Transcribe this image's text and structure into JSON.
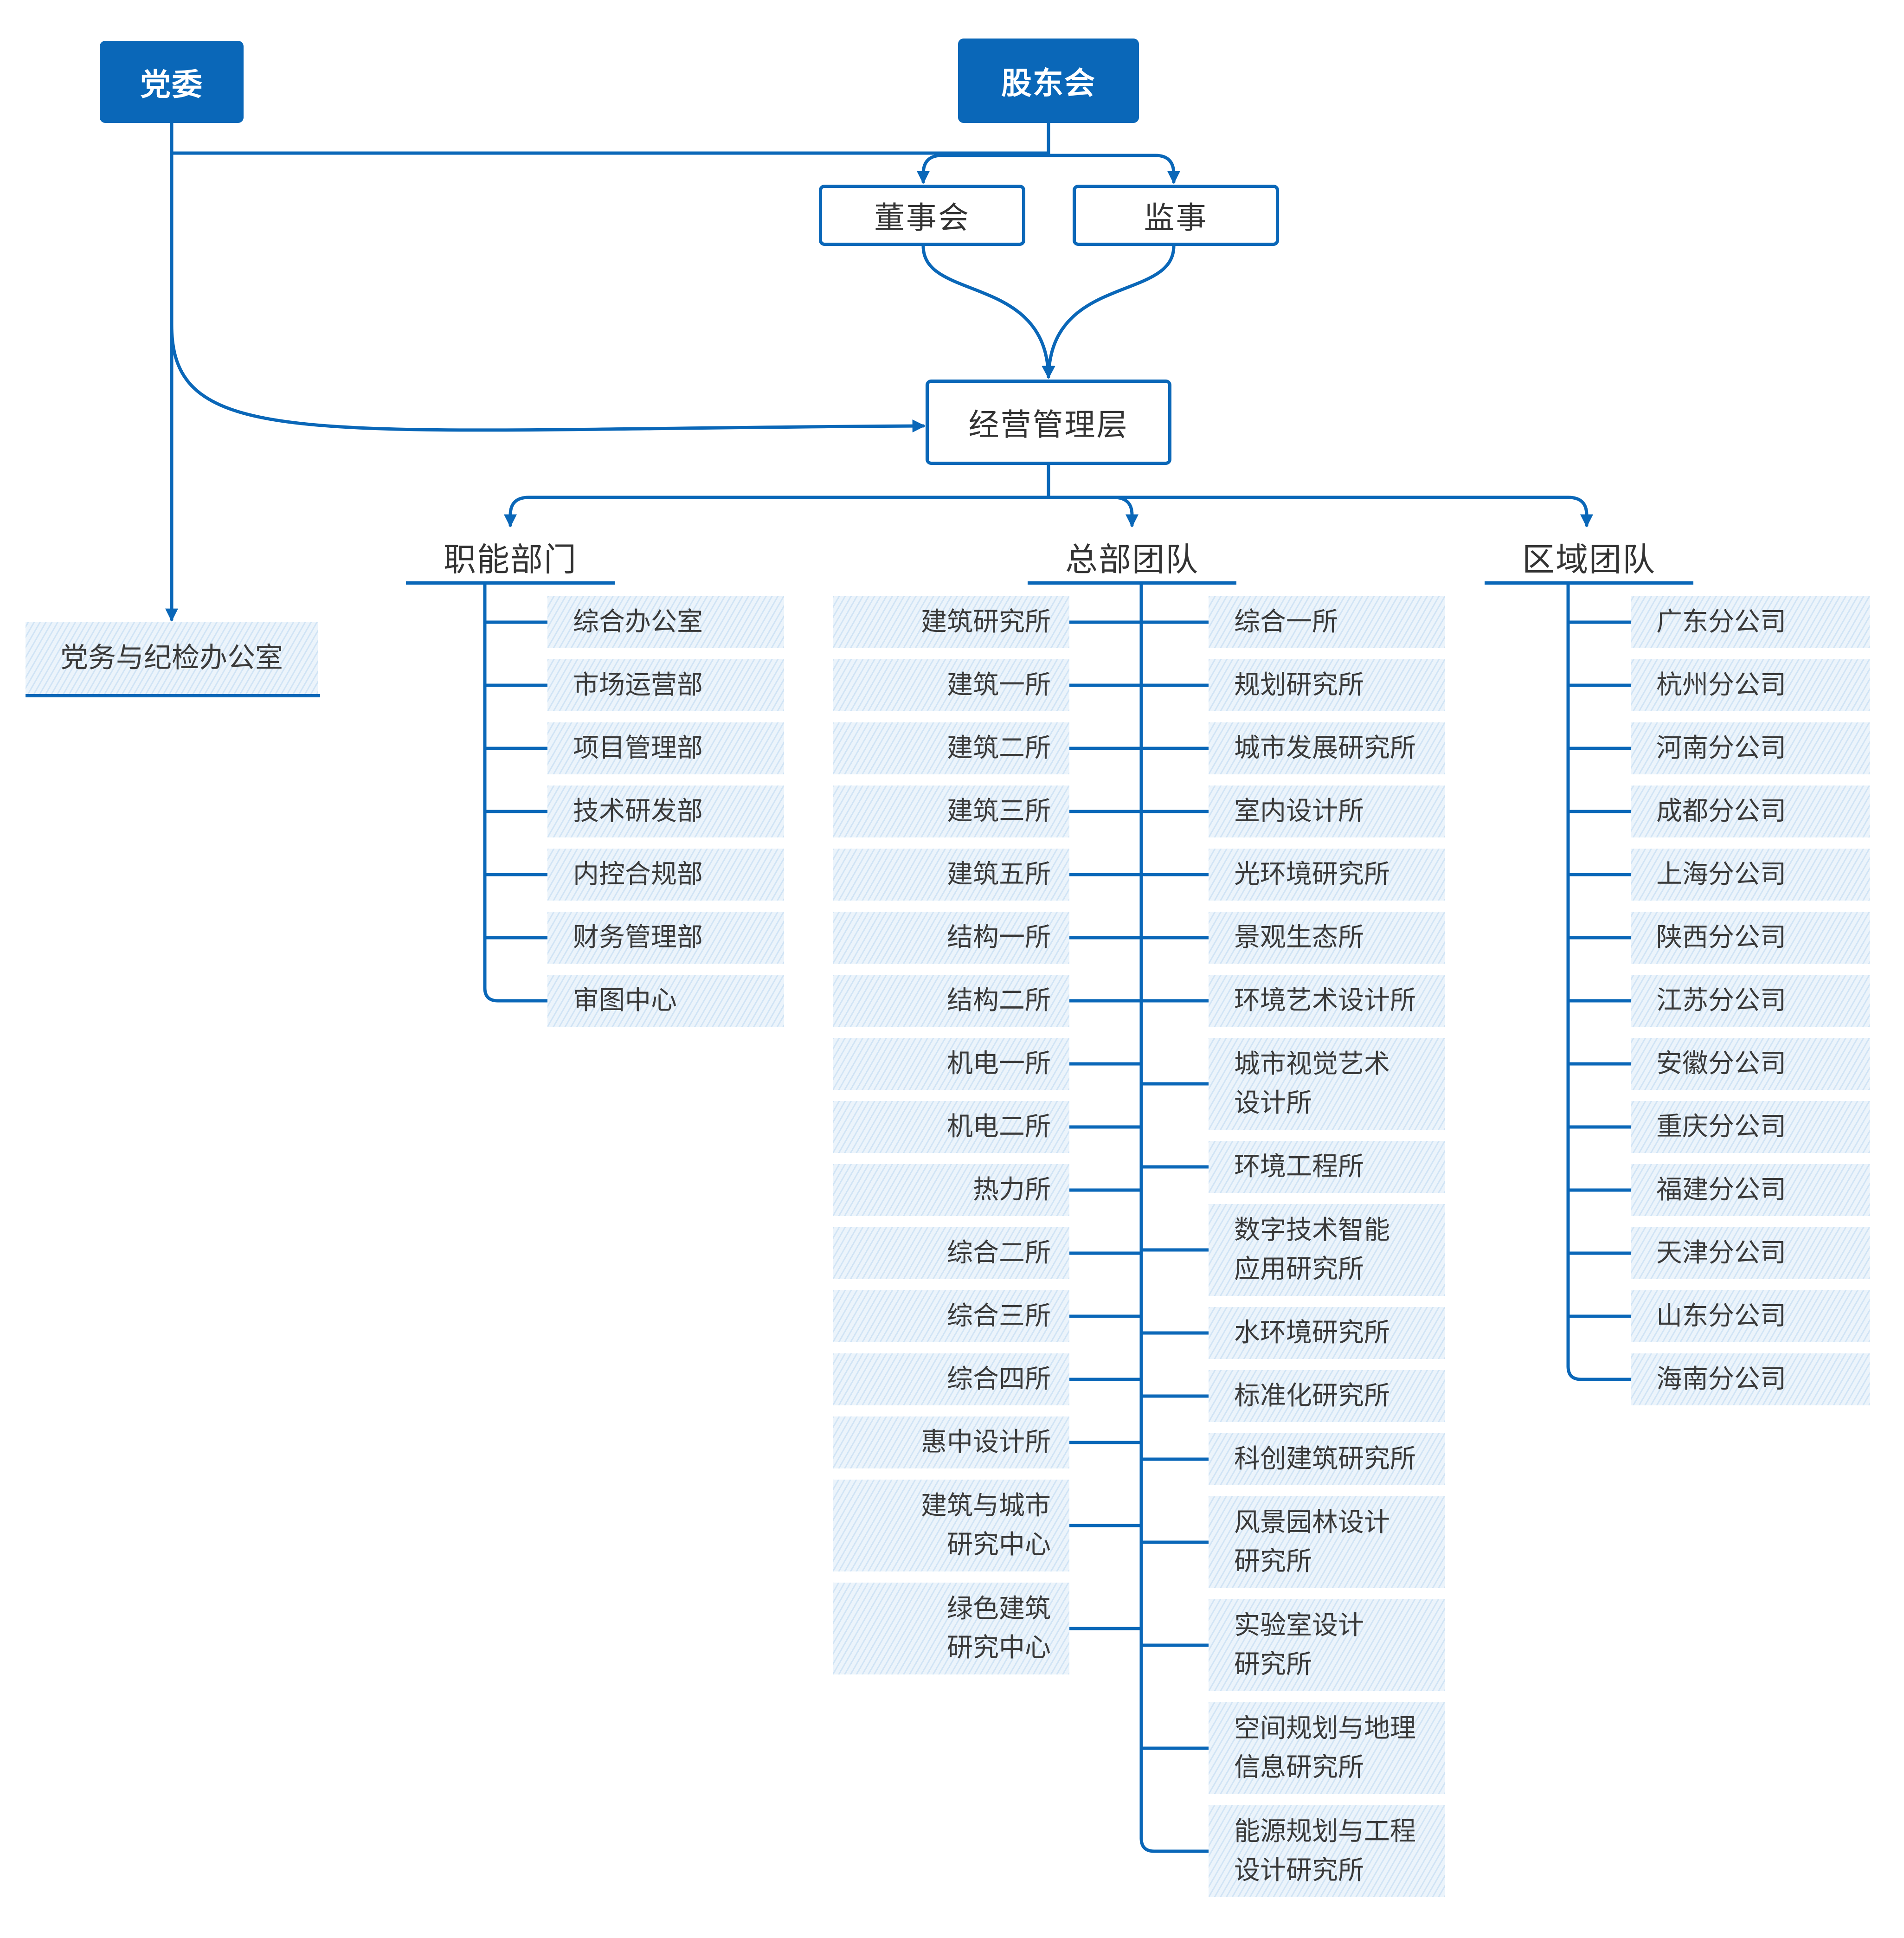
{
  "top": {
    "party_committee": "党委",
    "shareholders": "股东会",
    "board": "董事会",
    "supervisor": "监事",
    "management": "经营管理层",
    "party_office": "党务与纪检办公室"
  },
  "groups": {
    "functional": {
      "title": "职能部门",
      "items": [
        "综合办公室",
        "市场运营部",
        "项目管理部",
        "技术研发部",
        "内控合规部",
        "财务管理部",
        "审图中心"
      ]
    },
    "headquarters": {
      "title": "总部团队",
      "left_items": [
        [
          "建筑研究所"
        ],
        [
          "建筑一所"
        ],
        [
          "建筑二所"
        ],
        [
          "建筑三所"
        ],
        [
          "建筑五所"
        ],
        [
          "结构一所"
        ],
        [
          "结构二所"
        ],
        [
          "机电一所"
        ],
        [
          "机电二所"
        ],
        [
          "热力所"
        ],
        [
          "综合二所"
        ],
        [
          "综合三所"
        ],
        [
          "综合四所"
        ],
        [
          "惠中设计所"
        ],
        [
          "建筑与城市",
          "研究中心"
        ],
        [
          "绿色建筑",
          "研究中心"
        ]
      ],
      "right_items": [
        [
          "综合一所"
        ],
        [
          "规划研究所"
        ],
        [
          "城市发展研究所"
        ],
        [
          "室内设计所"
        ],
        [
          "光环境研究所"
        ],
        [
          "景观生态所"
        ],
        [
          "环境艺术设计所"
        ],
        [
          "城市视觉艺术",
          "设计所"
        ],
        [
          "环境工程所"
        ],
        [
          "数字技术智能",
          "应用研究所"
        ],
        [
          "水环境研究所"
        ],
        [
          "标准化研究所"
        ],
        [
          "科创建筑研究所"
        ],
        [
          "风景园林设计",
          "研究所"
        ],
        [
          "实验室设计",
          "研究所"
        ],
        [
          "空间规划与地理",
          "信息研究所"
        ],
        [
          "能源规划与工程",
          "设计研究所"
        ]
      ]
    },
    "regional": {
      "title": "区域团队",
      "items": [
        "广东分公司",
        "杭州分公司",
        "河南分公司",
        "成都分公司",
        "上海分公司",
        "陕西分公司",
        "江苏分公司",
        "安徽分公司",
        "重庆分公司",
        "福建分公司",
        "天津分公司",
        "山东分公司",
        "海南分公司"
      ]
    }
  },
  "colors": {
    "primary_blue": "#0a67b8",
    "leaf_fill": "#ecf4fb",
    "text": "#333333"
  }
}
